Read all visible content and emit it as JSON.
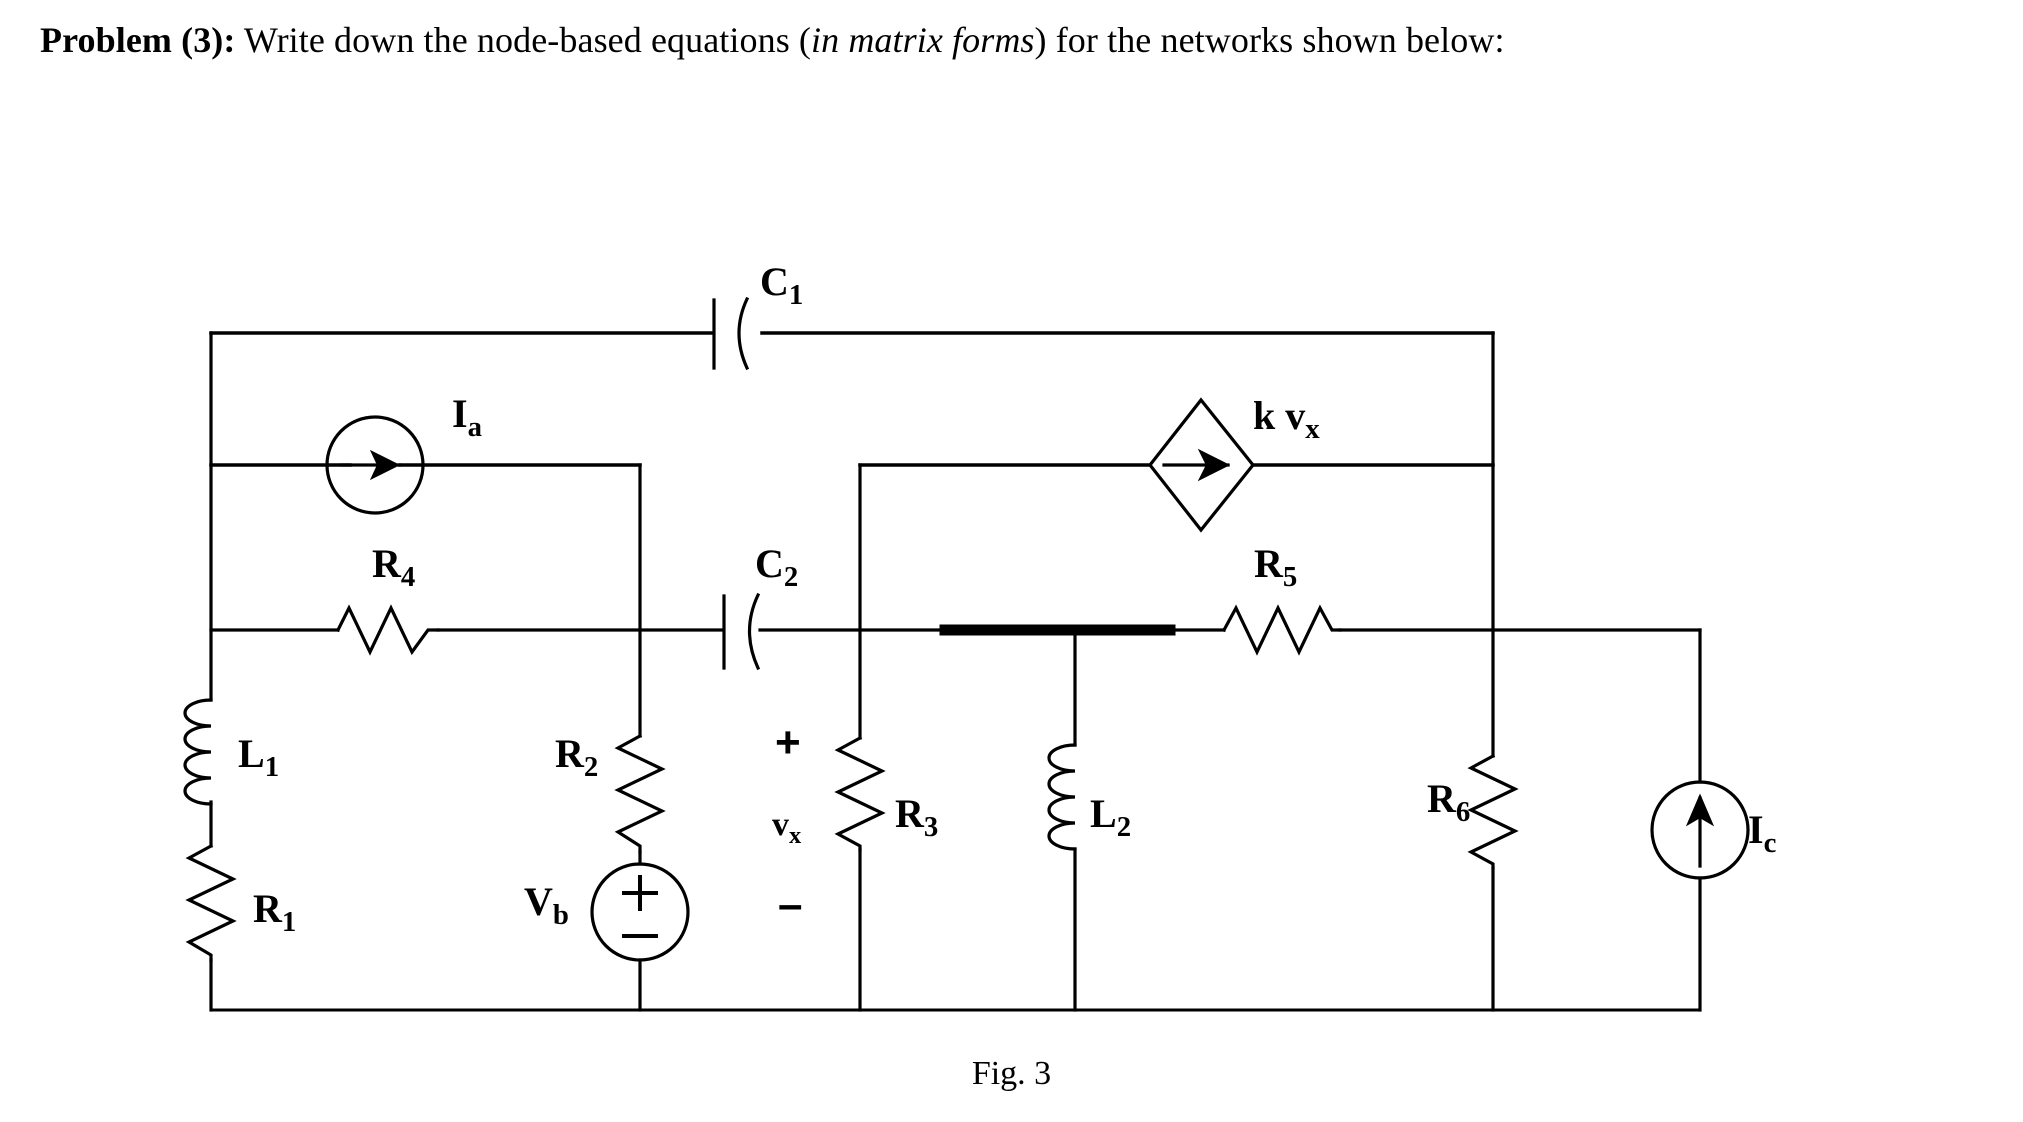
{
  "problem": {
    "label": "Problem (3):",
    "text_before": " Write down the node-based equations (",
    "emphasis": "in matrix forms",
    "text_after": ") for the networks shown below:"
  },
  "figure": {
    "caption": "Fig. 3",
    "stroke_color": "#000000",
    "background": "#ffffff",
    "components": [
      {
        "id": "C1",
        "kind": "capacitor-curved",
        "label_main": "C",
        "label_sub": "1",
        "orientation": "horizontal"
      },
      {
        "id": "C2",
        "kind": "capacitor-curved",
        "label_main": "C",
        "label_sub": "2",
        "orientation": "horizontal"
      },
      {
        "id": "R1",
        "kind": "resistor",
        "label_main": "R",
        "label_sub": "1",
        "orientation": "vertical"
      },
      {
        "id": "R2",
        "kind": "resistor",
        "label_main": "R",
        "label_sub": "2",
        "orientation": "horizontal"
      },
      {
        "id": "R3",
        "kind": "resistor",
        "label_main": "R",
        "label_sub": "3",
        "orientation": "vertical"
      },
      {
        "id": "R4",
        "kind": "resistor",
        "label_main": "R",
        "label_sub": "4",
        "orientation": "vertical"
      },
      {
        "id": "R5",
        "kind": "resistor",
        "label_main": "R",
        "label_sub": "5",
        "orientation": "horizontal"
      },
      {
        "id": "R6",
        "kind": "resistor",
        "label_main": "R",
        "label_sub": "6",
        "orientation": "vertical"
      },
      {
        "id": "L1",
        "kind": "inductor",
        "label_main": "L",
        "label_sub": "1",
        "orientation": "vertical"
      },
      {
        "id": "L2",
        "kind": "inductor",
        "label_main": "L",
        "label_sub": "2",
        "orientation": "vertical"
      },
      {
        "id": "Ia",
        "kind": "current-source-circle",
        "label_main": "I",
        "label_sub": "a",
        "orientation": "horizontal",
        "arrow": "right"
      },
      {
        "id": "Ic",
        "kind": "current-source-circle",
        "label_main": "I",
        "label_sub": "c",
        "orientation": "vertical",
        "arrow": "up"
      },
      {
        "id": "Vb",
        "kind": "voltage-source-circle",
        "label_main": "V",
        "label_sub": "b",
        "orientation": "vertical",
        "plus": "+",
        "minus": "–"
      },
      {
        "id": "kvx",
        "kind": "dependent-current-source-diamond",
        "label_main": "k v",
        "label_sub": "x",
        "orientation": "horizontal",
        "arrow": "right"
      }
    ],
    "annotations": {
      "vx_plus": "+",
      "vx_minus": "–",
      "vx_label_main": "v",
      "vx_label_sub": "x"
    }
  }
}
